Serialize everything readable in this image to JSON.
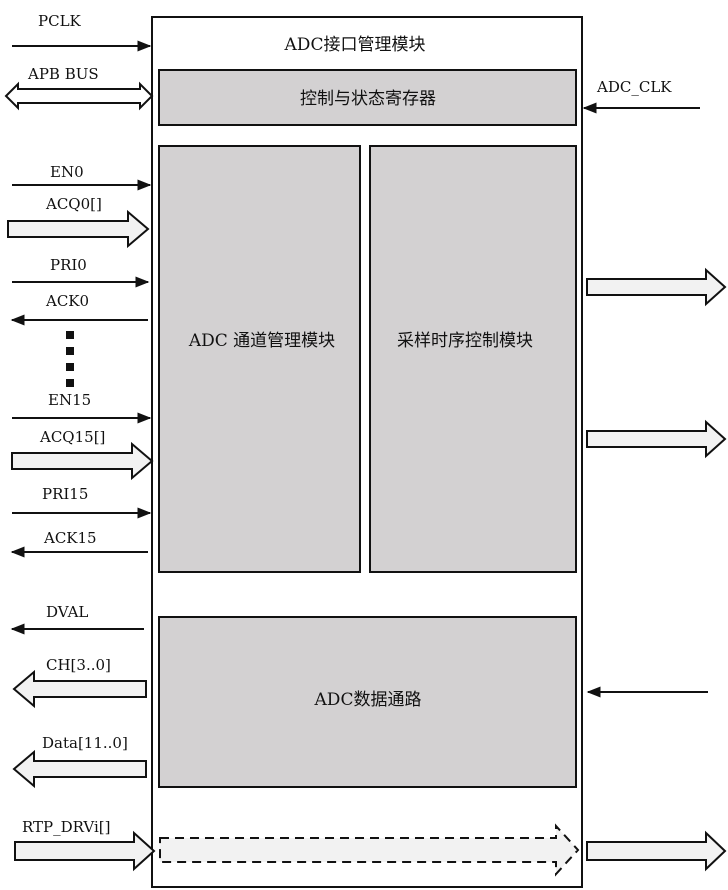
{
  "module": {
    "title": "ADC接口管理模块",
    "control_block": "控制与状态寄存器",
    "channel_block": "ADC 通道管理模块",
    "timing_block": "采样时序控制模块",
    "datapath_block": "ADC数据通路"
  },
  "signals": {
    "pclk": "PCLK",
    "apb_bus": "APB BUS",
    "adc_clk": "ADC_CLK",
    "en0": "EN0",
    "acq0": "ACQ0[]",
    "pri0": "PRI0",
    "ack0": "ACK0",
    "en15": "EN15",
    "acq15": "ACQ15[]",
    "pri15": "PRI15",
    "ack15": "ACK15",
    "dval": "DVAL",
    "ch": "CH[3..0]",
    "data": "Data[11..0]",
    "rtp_drv": "RTP_DRVi[]"
  },
  "colors": {
    "block_fill": "#d3d1d2",
    "arrow_fill": "#f2f2f2",
    "stroke": "#111111"
  }
}
